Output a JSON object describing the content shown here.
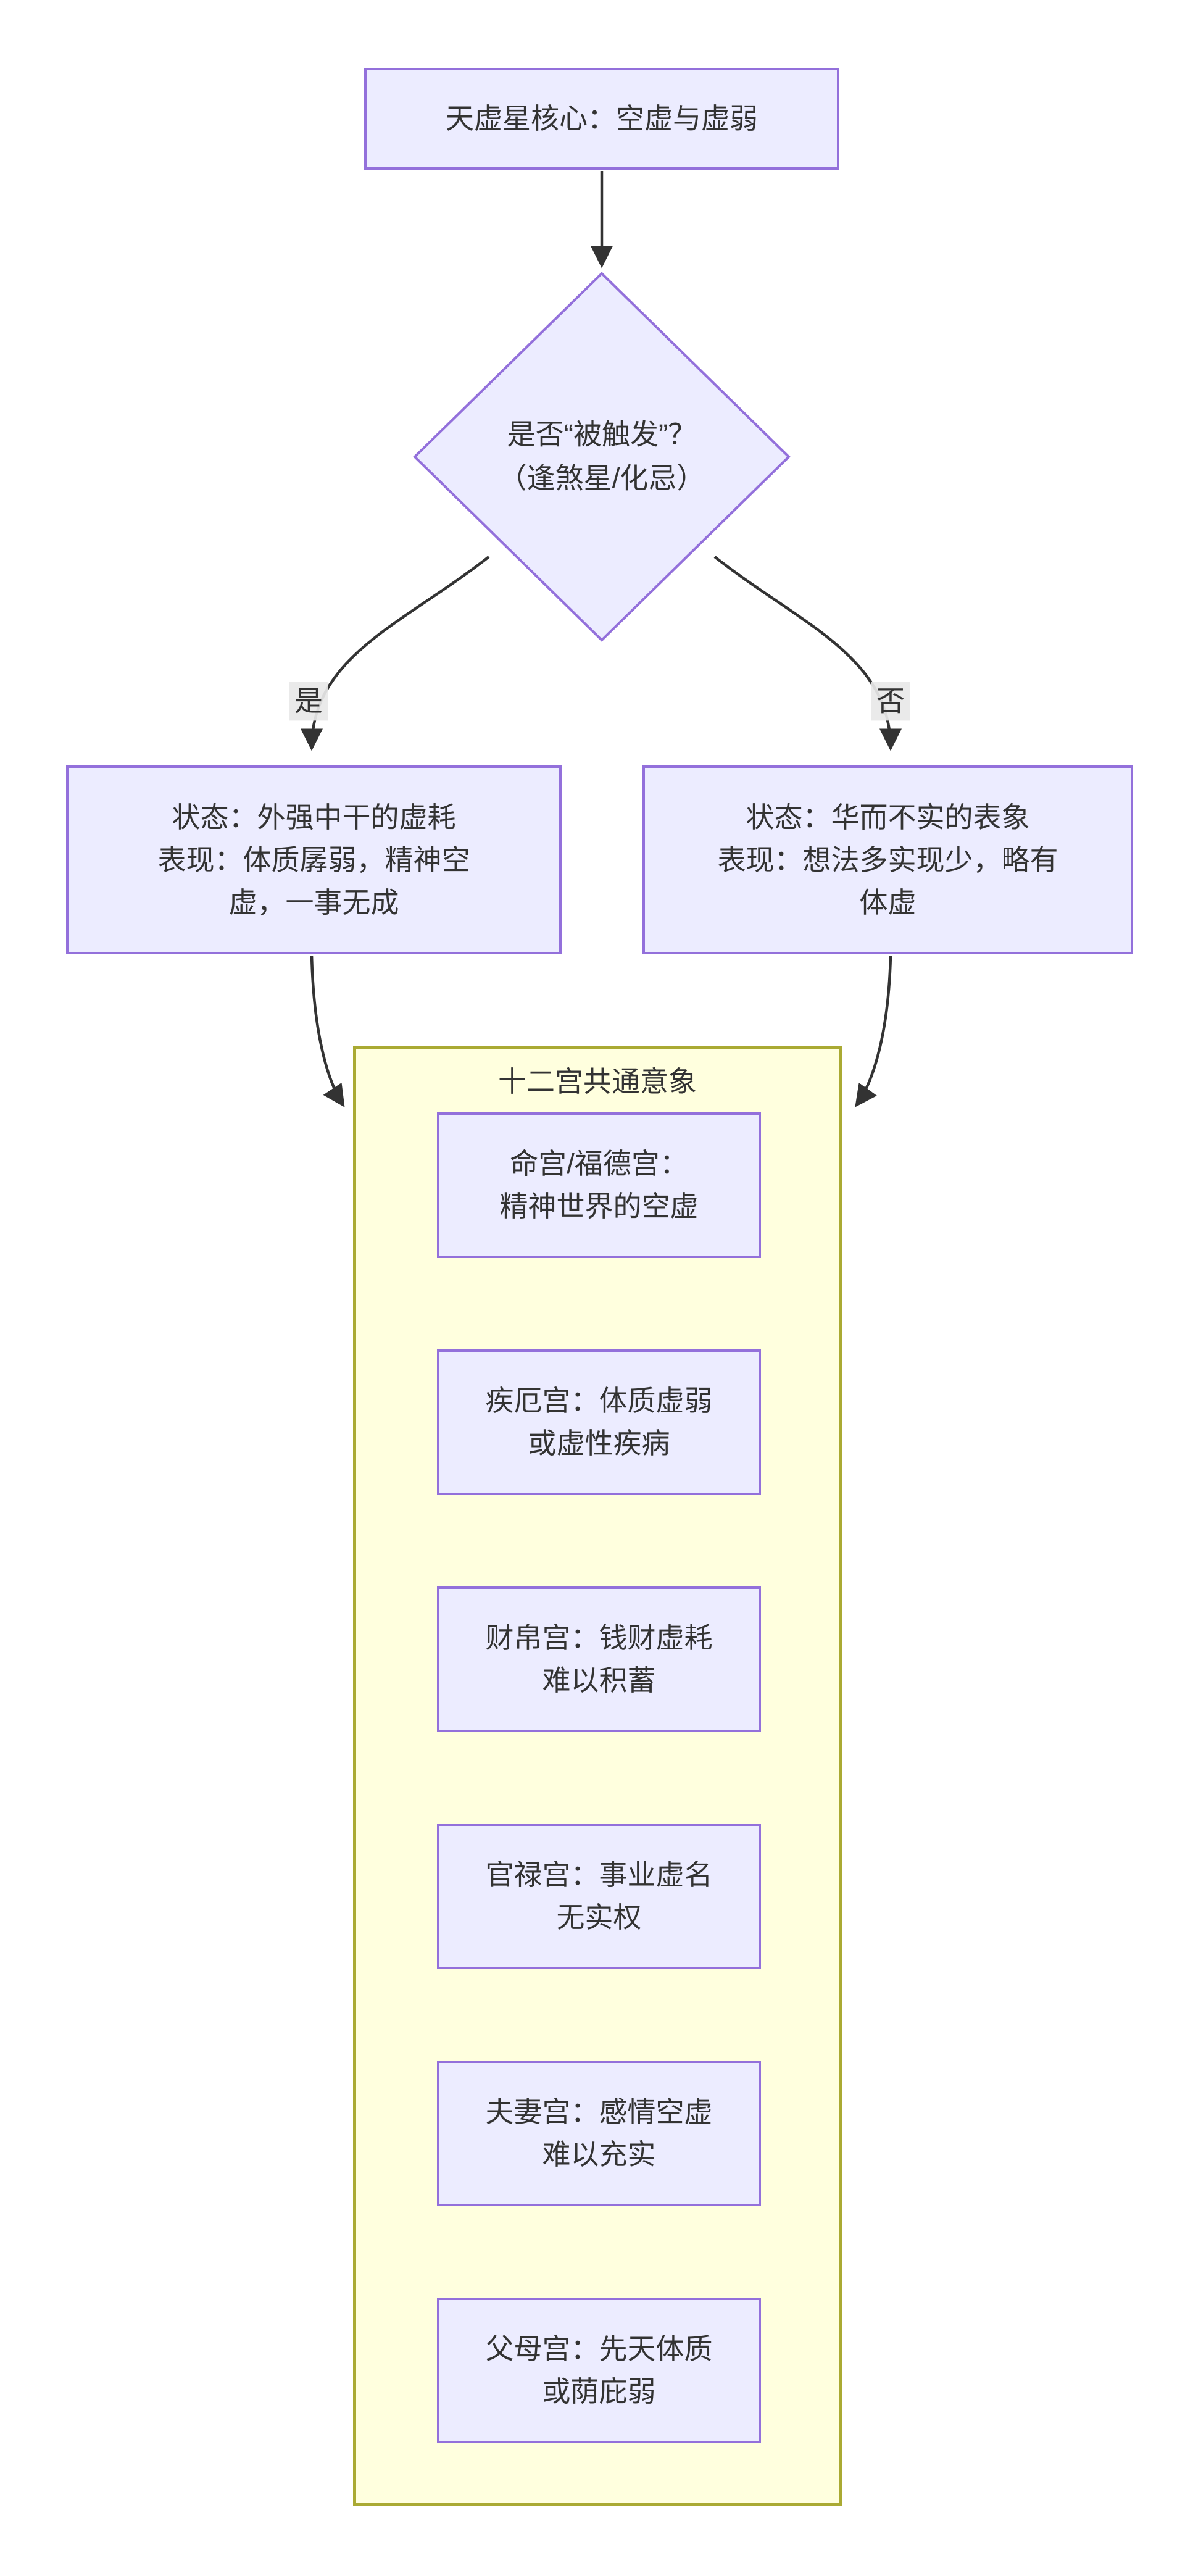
{
  "diagram": {
    "type": "flowchart",
    "direction": "top-down",
    "nodes": {
      "root": {
        "shape": "rect",
        "text": "天虚星核心：空虚与虚弱"
      },
      "decision": {
        "shape": "diamond",
        "text": "是否“被触发”？\n（逢煞星/化忌）"
      },
      "yes_state": {
        "shape": "rect",
        "text": "状态：外强中干的虚耗\n表现：体质孱弱，精神空\n虚，一事无成"
      },
      "no_state": {
        "shape": "rect",
        "text": "状态：华而不实的表象\n表现：想法多实现少，略有\n体虚"
      }
    },
    "edges": {
      "yes_label": "是",
      "no_label": "否"
    },
    "cluster": {
      "title": "十二宫共通意象",
      "items": [
        "命宫/福德宫：\n精神世界的空虚",
        "疾厄宫：体质虚弱\n或虚性疾病",
        "财帛宫：钱财虚耗\n难以积蓄",
        "官禄宫：事业虚名\n无实权",
        "夫妻宫：感情空虚\n难以充实",
        "父母宫：先天体质\n或荫庇弱"
      ]
    },
    "colors": {
      "node_fill": "#ECECFF",
      "node_border": "#9370DB",
      "cluster_fill": "#FFFFDE",
      "cluster_border": "#AAAA33",
      "edge_stroke": "#333333",
      "edge_label_bg": "#E8E8E8",
      "text": "#333333",
      "background": "#FFFFFF"
    }
  }
}
